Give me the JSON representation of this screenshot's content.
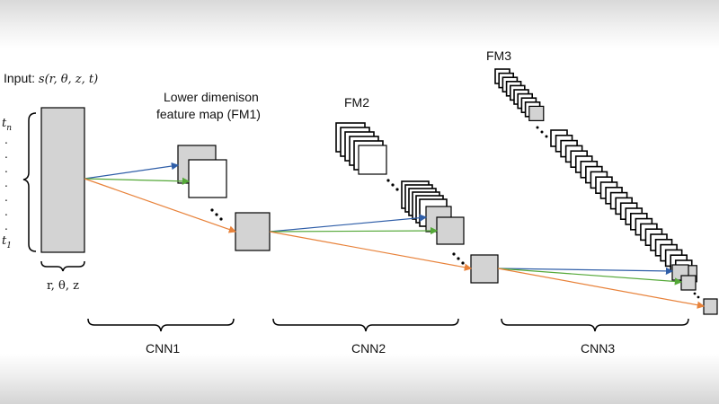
{
  "input": {
    "prefix": "Input: ",
    "func": "s(r, θ, z, t)",
    "time_top_var": "t",
    "time_top_sub": "n",
    "time_bottom_var": "t",
    "time_bottom_sub": "1",
    "spatial_label": "r, θ, z"
  },
  "feature_maps": {
    "fm1_line1": "Lower dimenison",
    "fm1_line2": "feature map (FM1)",
    "fm2": "FM2",
    "fm3": "FM3"
  },
  "stages": {
    "cnn1": "CNN1",
    "cnn2": "CNN2",
    "cnn3": "CNN3"
  },
  "colors": {
    "arrow_blue": "#2f5ea8",
    "arrow_green": "#54a838",
    "arrow_orange": "#e8823a",
    "box_grey": "#d3d3d3"
  }
}
